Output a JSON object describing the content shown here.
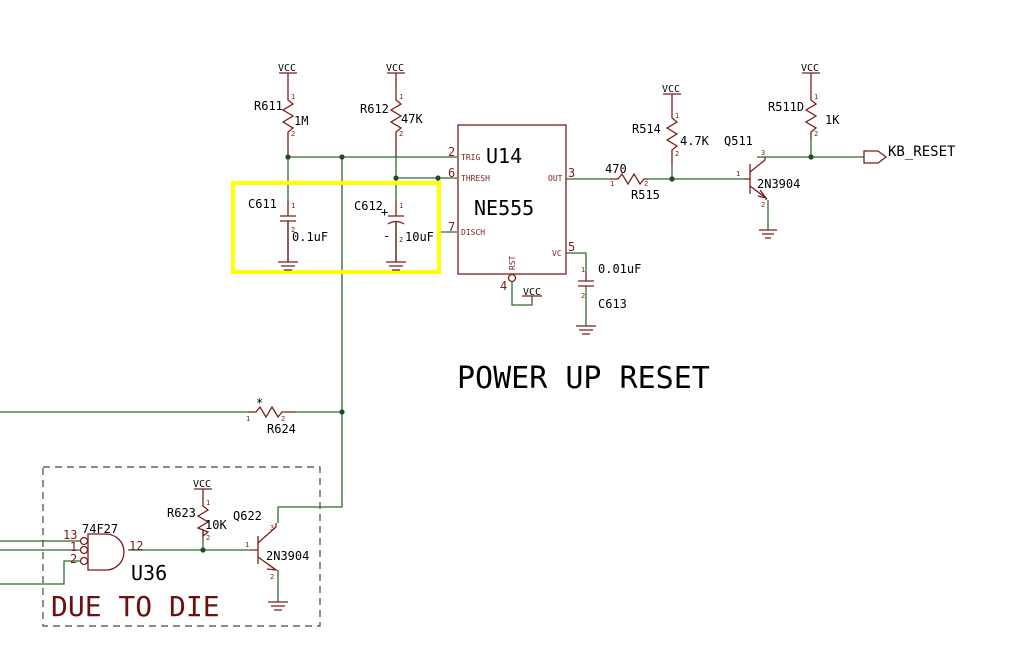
{
  "labels": {
    "vcc": "VCC",
    "r611": {
      "ref": "R611",
      "val": "1M"
    },
    "r612": {
      "ref": "R612",
      "val": "47K"
    },
    "r514": {
      "ref": "R514",
      "val": "4.7K"
    },
    "r511d": {
      "ref": "R511D",
      "val": "1K"
    },
    "r515": {
      "ref": "R515",
      "val": "470"
    },
    "r624": {
      "ref": "R624",
      "mark": "*"
    },
    "r623": {
      "ref": "R623",
      "val": "10K"
    },
    "c611": {
      "ref": "C611",
      "val": "0.1uF"
    },
    "c612": {
      "ref": "C612",
      "val": "10uF",
      "plus": "+",
      "minus": "-"
    },
    "c613": {
      "ref": "C613",
      "val": "0.01uF"
    },
    "u14": {
      "ref": "U14",
      "part": "NE555",
      "pins": {
        "trig": "TRIG",
        "thresh": "THRESH",
        "disch": "DISCH",
        "out": "OUT",
        "vc": "VC",
        "rst": "RST"
      },
      "pin_numbers": {
        "trig": "2",
        "thresh": "6",
        "disch": "7",
        "out": "3",
        "vc": "5",
        "rst": "4"
      }
    },
    "q511": {
      "ref": "Q511",
      "part": "2N3904"
    },
    "q622": {
      "ref": "Q622",
      "part": "2N3904"
    },
    "u36": {
      "ref": "U36",
      "part": "74F27",
      "pins": [
        "13",
        "1",
        "2",
        "12"
      ]
    },
    "kb_reset": "KB_RESET",
    "section_title": "POWER UP RESET",
    "box_title": "DUE TO DIE",
    "pin_marks": {
      "one": "1",
      "two": "2",
      "three": "3"
    }
  },
  "colors": {
    "wire": "#2e6b2e",
    "part": "#7a1e1e",
    "highlight": "#ffff00",
    "box_title": "#6b0f0f"
  }
}
